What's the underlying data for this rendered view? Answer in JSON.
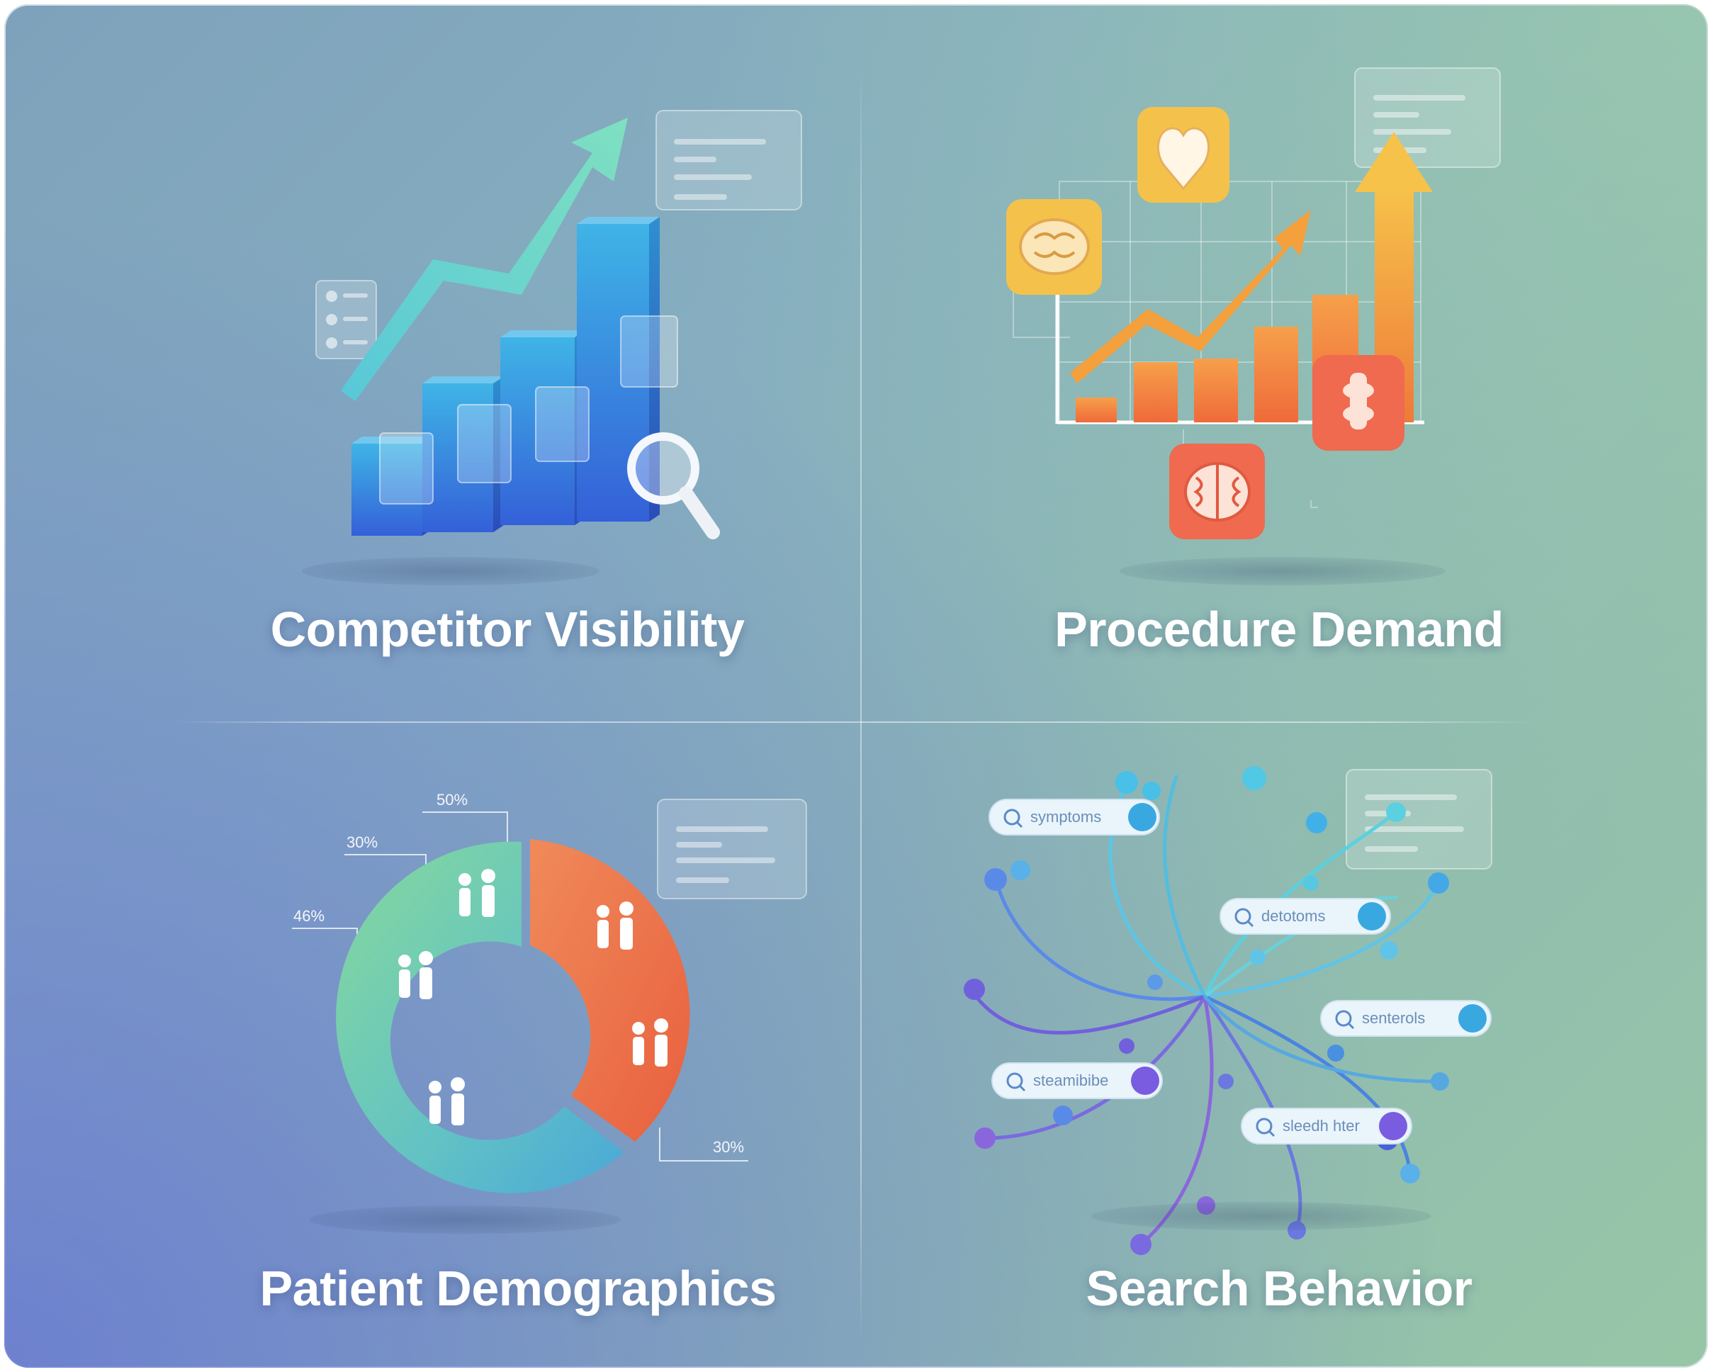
{
  "panels": {
    "competitor": {
      "caption": "Competitor Visibility"
    },
    "procedure": {
      "caption": "Procedure Demand"
    },
    "demographics": {
      "caption": "Patient Demographics",
      "labels": [
        "50%",
        "30%",
        "46%",
        "30%"
      ]
    },
    "search": {
      "caption": "Search Behavior",
      "chips": [
        "symptoms",
        "detotoms",
        "senterols",
        "steamibibe",
        "sleedh hter"
      ]
    }
  },
  "colors": {
    "blue_bar": "#3f7fe0",
    "teal_arrow": "#5fd0c8",
    "orange": "#f08a3a",
    "coral": "#ef6a4e",
    "yellow": "#f4c24a",
    "green_ring": "#7fd3a6",
    "purple": "#8a6ee0"
  }
}
